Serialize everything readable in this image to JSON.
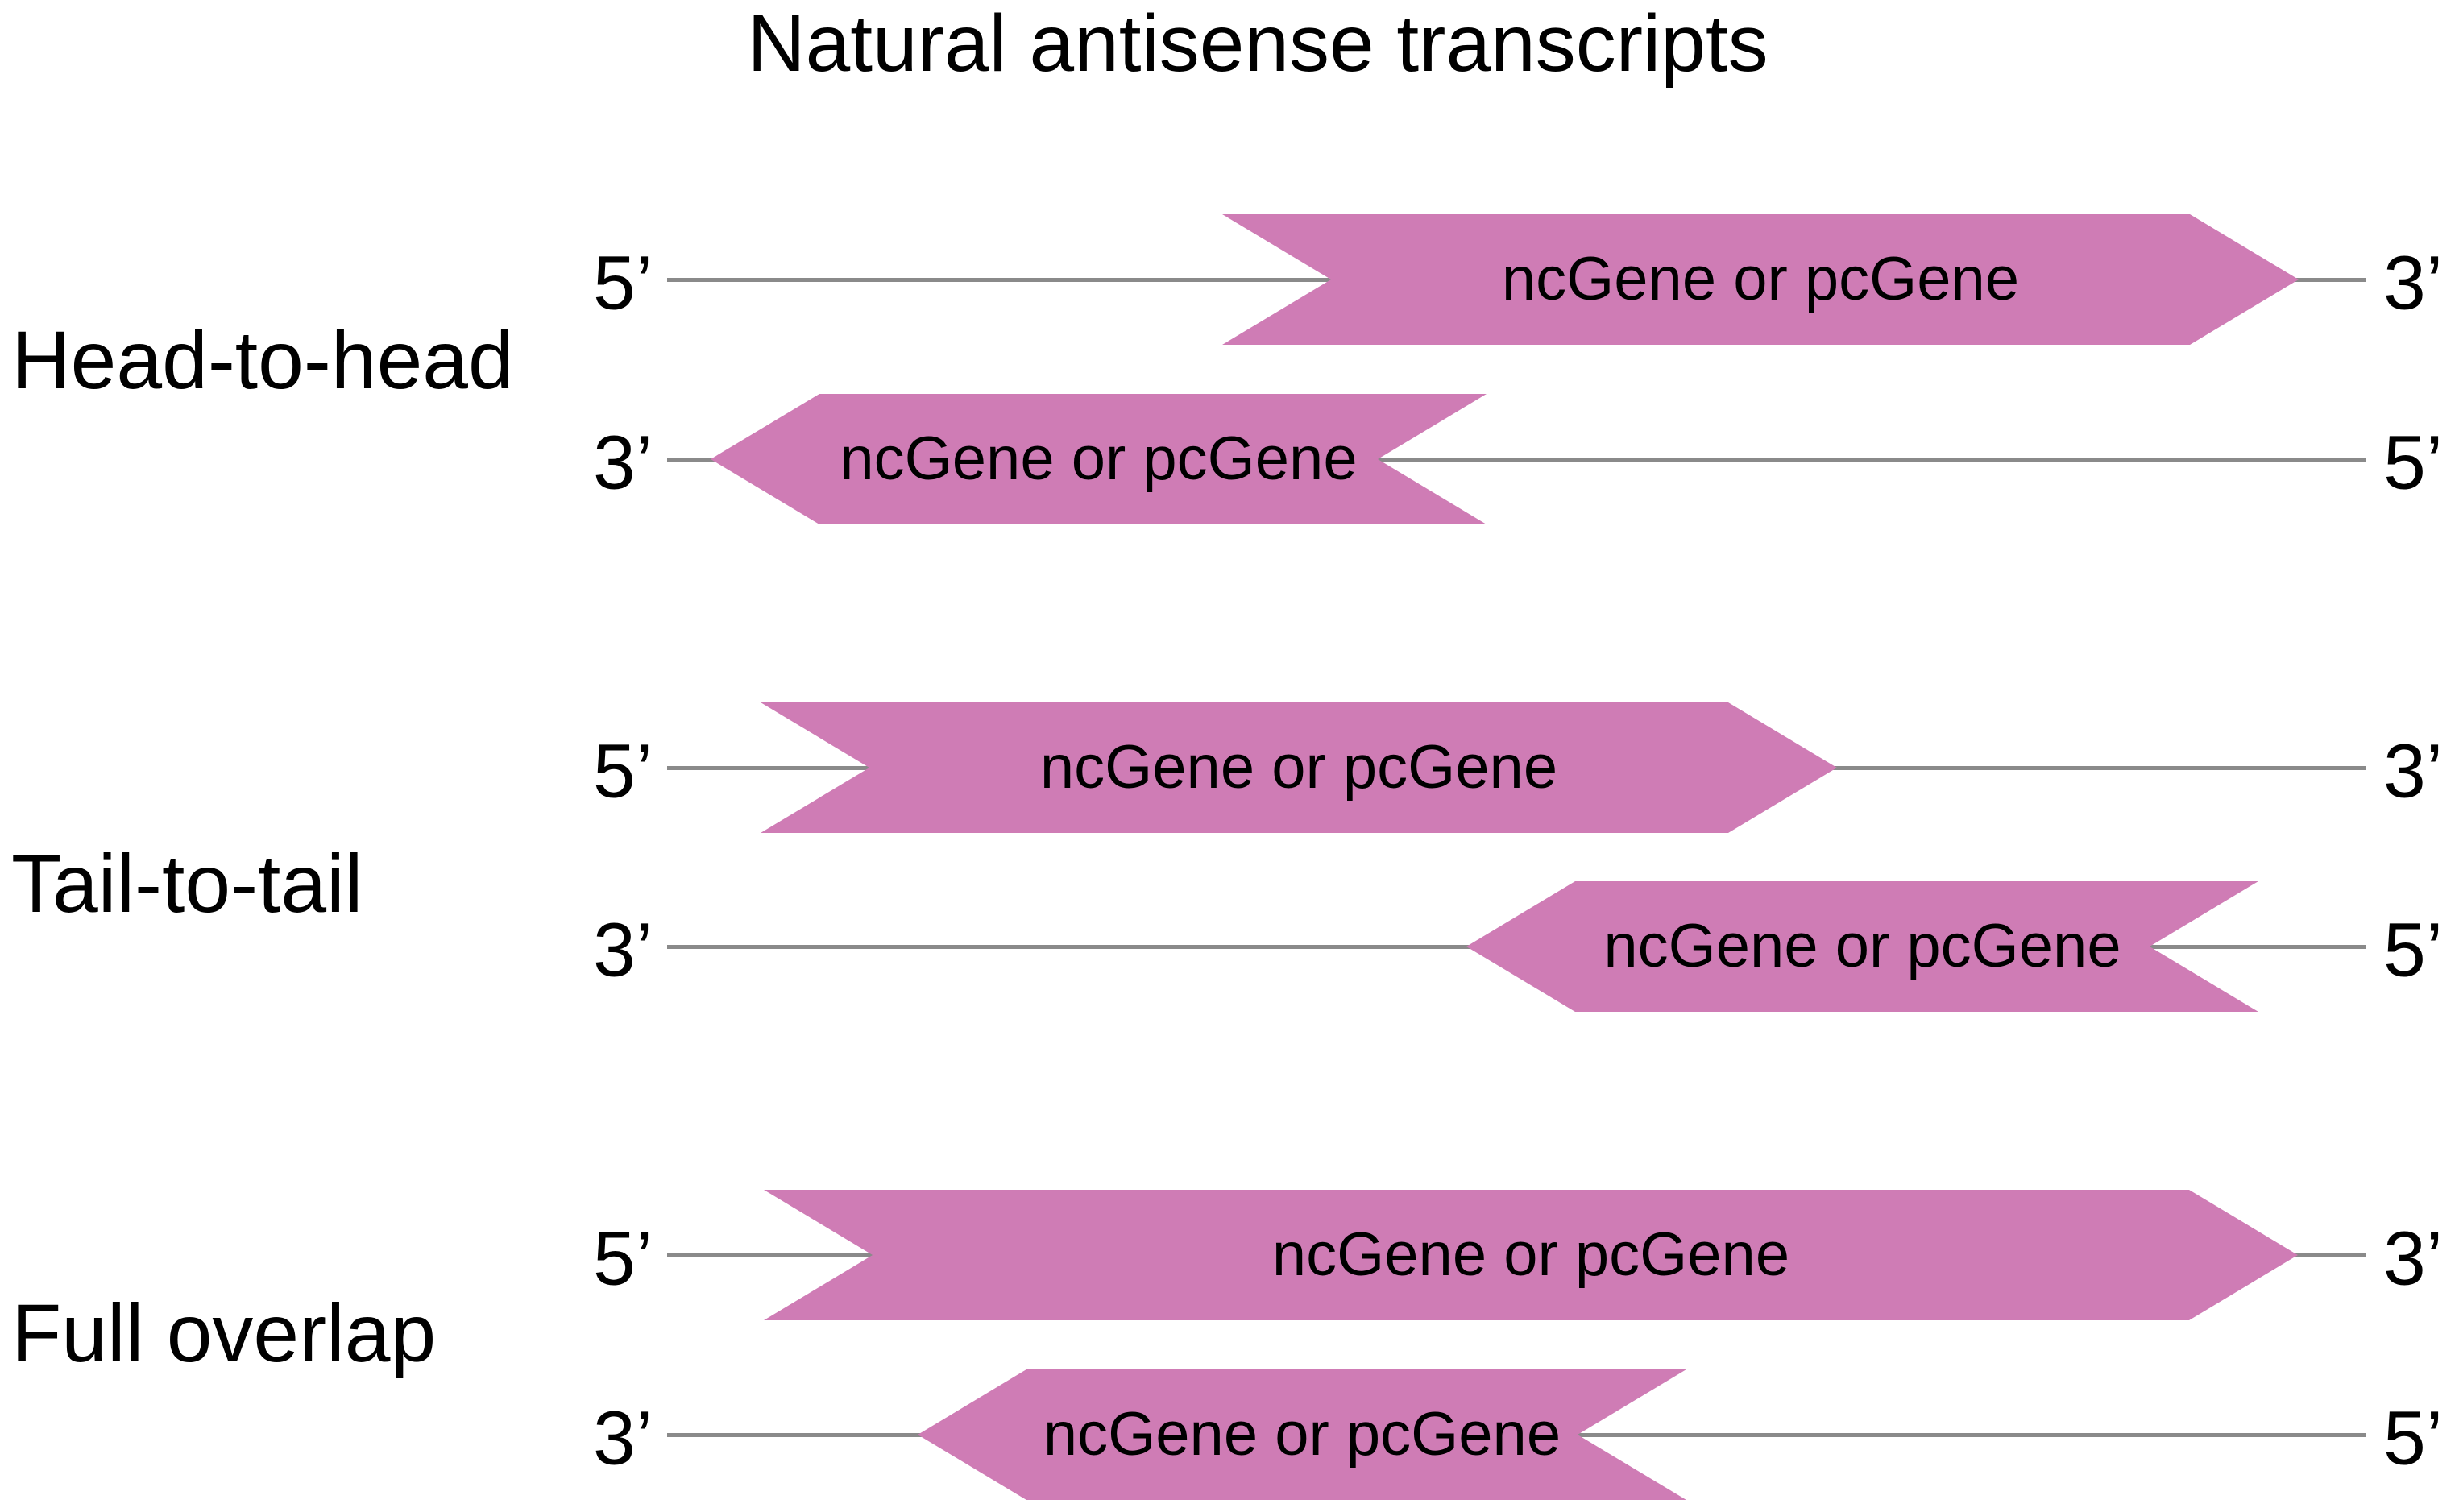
{
  "title": "Natural antisense transcripts",
  "colors": {
    "arrow_fill": "#cf7cb5",
    "strand_line": "#8a8a8a",
    "text": "#000000",
    "background": "#ffffff"
  },
  "rows": [
    {
      "label": "Head-to-head",
      "strands": [
        {
          "left_end": "5’",
          "right_end": "3’",
          "direction": "right",
          "gene_label": "ncGene or pcGene"
        },
        {
          "left_end": "3’",
          "right_end": "5’",
          "direction": "left",
          "gene_label": "ncGene or pcGene"
        }
      ]
    },
    {
      "label": "Tail-to-tail",
      "strands": [
        {
          "left_end": "5’",
          "right_end": "3’",
          "direction": "right",
          "gene_label": "ncGene or pcGene"
        },
        {
          "left_end": "3’",
          "right_end": "5’",
          "direction": "left",
          "gene_label": "ncGene or pcGene"
        }
      ]
    },
    {
      "label": "Full overlap",
      "strands": [
        {
          "left_end": "5’",
          "right_end": "3’",
          "direction": "right",
          "gene_label": "ncGene or pcGene"
        },
        {
          "left_end": "3’",
          "right_end": "5’",
          "direction": "left",
          "gene_label": "ncGene or pcGene"
        }
      ]
    }
  ]
}
